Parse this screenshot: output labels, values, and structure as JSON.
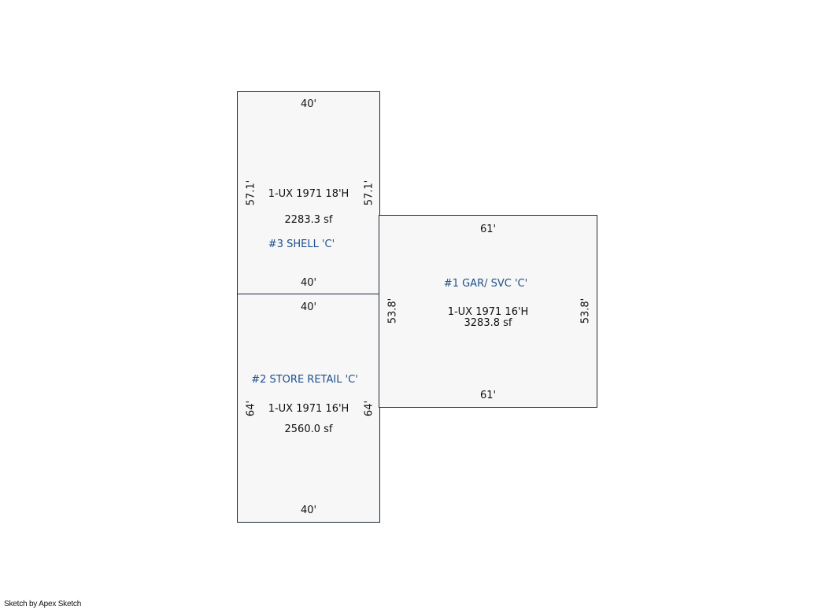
{
  "areas": [
    {
      "id": "shell",
      "name": "#3 SHELL 'C'",
      "desc": "1-UX 1971 18'H",
      "area": "2283.3 sf",
      "dims": {
        "top": "40'",
        "bottom": "40'",
        "left": "57.1'",
        "right": "57.1'"
      }
    },
    {
      "id": "store",
      "name": "#2 STORE RETAIL 'C'",
      "desc": "1-UX 1971 16'H",
      "area": "2560.0 sf",
      "dims": {
        "top": "40'",
        "bottom": "40'",
        "left": "64'",
        "right": "64'"
      }
    },
    {
      "id": "garage",
      "name": "#1 GAR/ SVC 'C'",
      "desc": "1-UX 1971 16'H",
      "area": "3283.8 sf",
      "dims": {
        "top": "61'",
        "bottom": "61'",
        "left": "53.8'",
        "right": "53.8'"
      }
    }
  ],
  "colors": {
    "outline": "#1c2a3a",
    "fill": "#f7f7f7",
    "name_text": "#1f4e8c"
  },
  "footer": "Sketch by Apex Sketch"
}
